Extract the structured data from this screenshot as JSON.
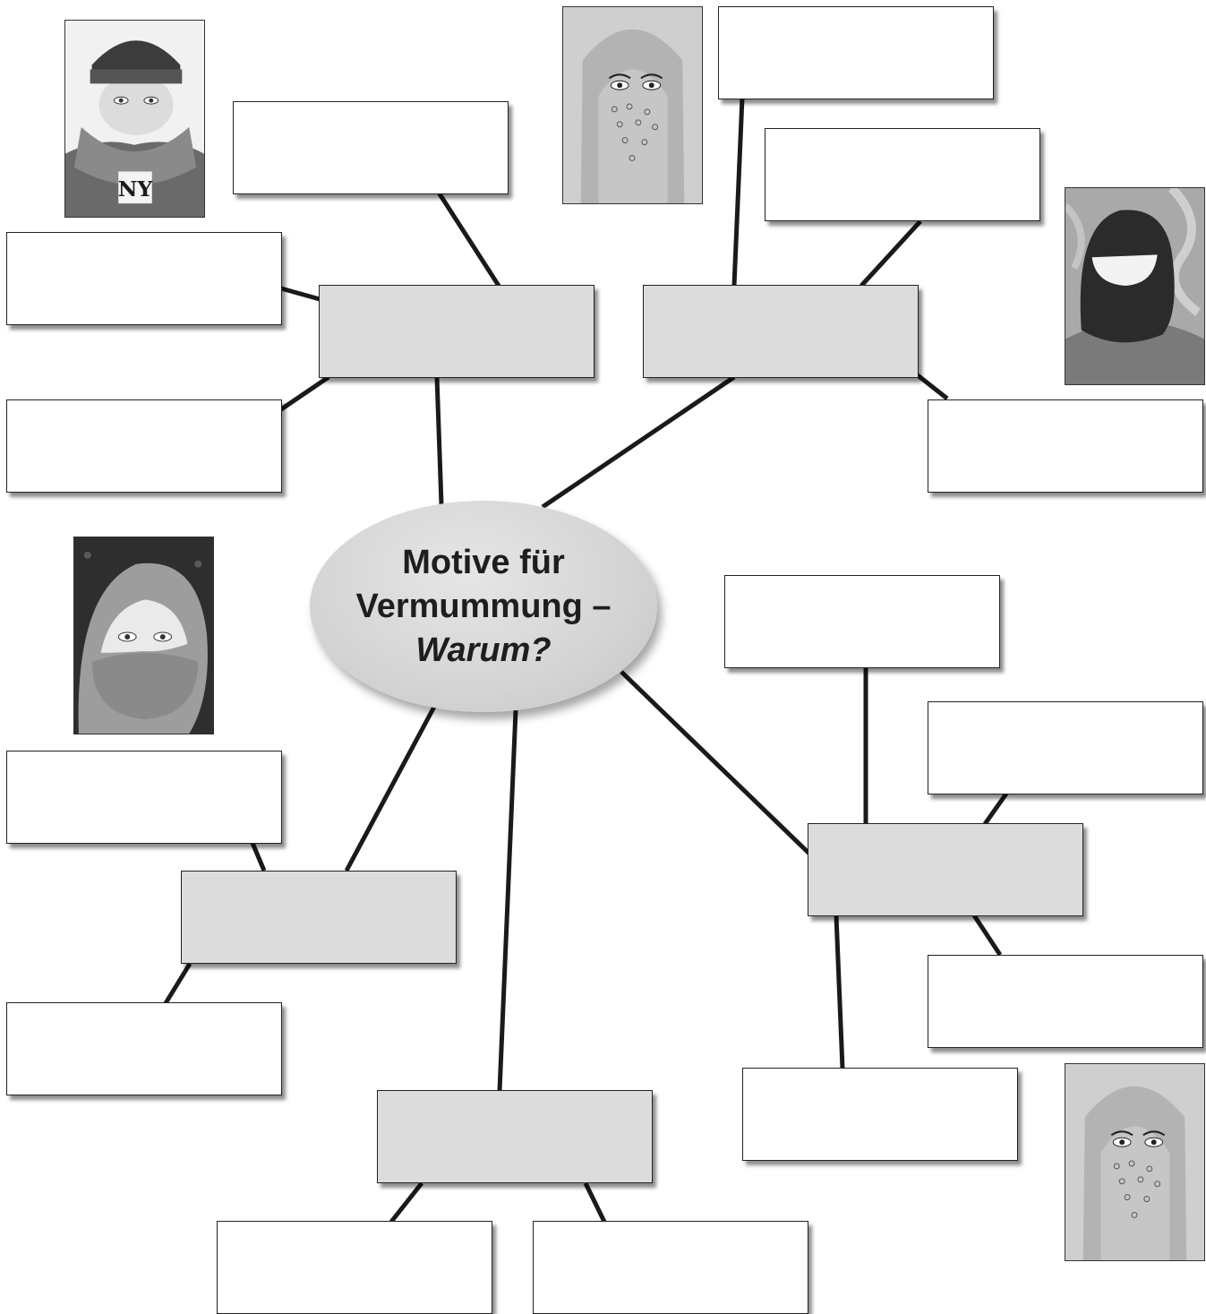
{
  "center": {
    "line1": "Motive für",
    "line2": "Vermummung –",
    "line3": "Warum?"
  },
  "pictures": [
    {
      "name": "drawing-person-with-beanie-and-scarf",
      "logo_text": "NY"
    },
    {
      "name": "drawing-woman-with-patterned-face-veil"
    },
    {
      "name": "drawing-person-with-black-balaclava"
    },
    {
      "name": "drawing-person-with-headscarf-covering-face"
    },
    {
      "name": "drawing-woman-with-patterned-face-veil"
    }
  ]
}
